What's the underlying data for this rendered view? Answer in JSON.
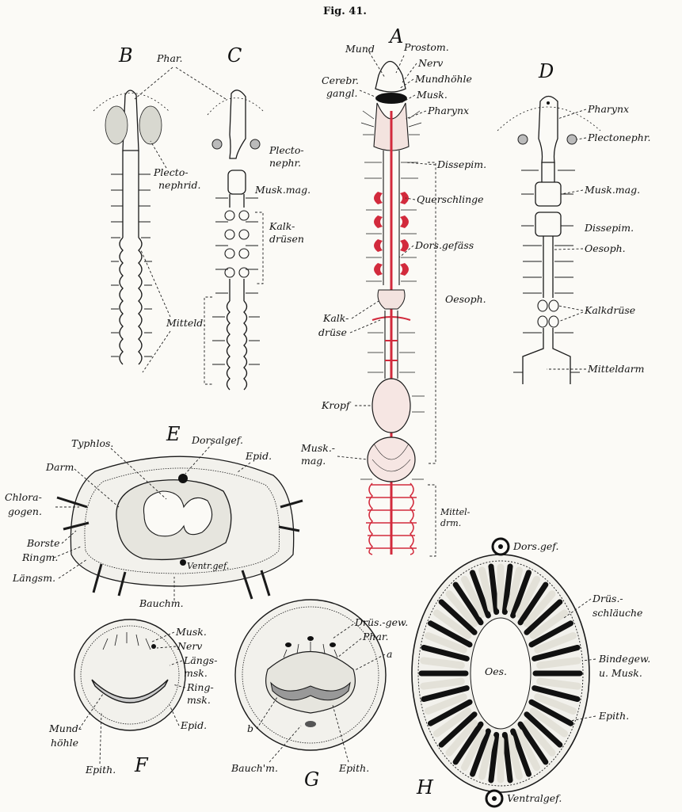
{
  "figure_title": "Fig. 41.",
  "panels": {
    "A": "A",
    "B": "B",
    "C": "C",
    "D": "D",
    "E": "E",
    "F": "F",
    "G": "G",
    "H": "H"
  },
  "labels_A": {
    "mund": "Mund",
    "prostom": "Prostom.",
    "nerv": "Nerv",
    "mundhoehle": "Mundhöhle",
    "cerebr1": "Cerebr.",
    "cerebr2": "gangl.",
    "musk": "Musk.",
    "pharynx": "Pharynx",
    "dissepim": "Dissepim.",
    "querschlinge": "Querschlinge",
    "dorsgefaess": "Dors.gefäss",
    "oesoph": "Oesoph.",
    "kalk1": "Kalk-",
    "kalk2": "drüse",
    "kropf": "Kropf",
    "muskmag1": "Musk.-",
    "muskmag2": "mag.",
    "mittel1": "Mittel-",
    "mittel2": "drm."
  },
  "labels_BC": {
    "phar": "Phar.",
    "plecto1": "Plecto-",
    "plecto2": "nephrid.",
    "plectonephr1": "Plecto-",
    "plectonephr2": "nephr.",
    "muskmag": "Musk.mag.",
    "kalk1": "Kalk-",
    "kalk2": "drüsen",
    "mitteld": "Mitteld."
  },
  "labels_D": {
    "pharynx": "Pharynx",
    "plectonephr": "Plectonephr.",
    "muskmag": "Musk.mag.",
    "dissepim": "Dissepim.",
    "oesoph": "Oesoph.",
    "kalkdruese": "Kalkdrüse",
    "mitteldarm": "Mitteldarm"
  },
  "labels_E": {
    "typhlos": "Typhlos.",
    "dorsalgef": "Dorsalgef.",
    "epid": "Epid.",
    "darm": "Darm",
    "chlora1": "Chlora-",
    "chlora2": "gogen.",
    "borste": "Borste",
    "ringm": "Ringm.",
    "laengsm": "Längsm.",
    "ventrgef": "Ventr.gef.",
    "bauchm": "Bauchm."
  },
  "labels_F": {
    "musk": "Musk.",
    "nerv": "Nerv",
    "laengs1": "Längs-",
    "laengs2": "msk.",
    "ring1": "Ring-",
    "ring2": "msk.",
    "epid": "Epid.",
    "mund1": "Mund-",
    "mund2": "höhle",
    "epith": "Epith."
  },
  "labels_G": {
    "druesgew": "Drüs.-gew.",
    "phar": "Phar.",
    "a": "a",
    "b": "b",
    "bauchm": "Bauch'm.",
    "epith": "Epith."
  },
  "labels_H": {
    "dorsgef": "Dors.gef.",
    "drues1": "Drüs.-",
    "drues2": "schläuche",
    "oes": "Oes.",
    "binde1": "Bindegew.",
    "binde2": "u. Musk.",
    "epith": "Epith.",
    "ventralgef": "Ventralgef."
  }
}
